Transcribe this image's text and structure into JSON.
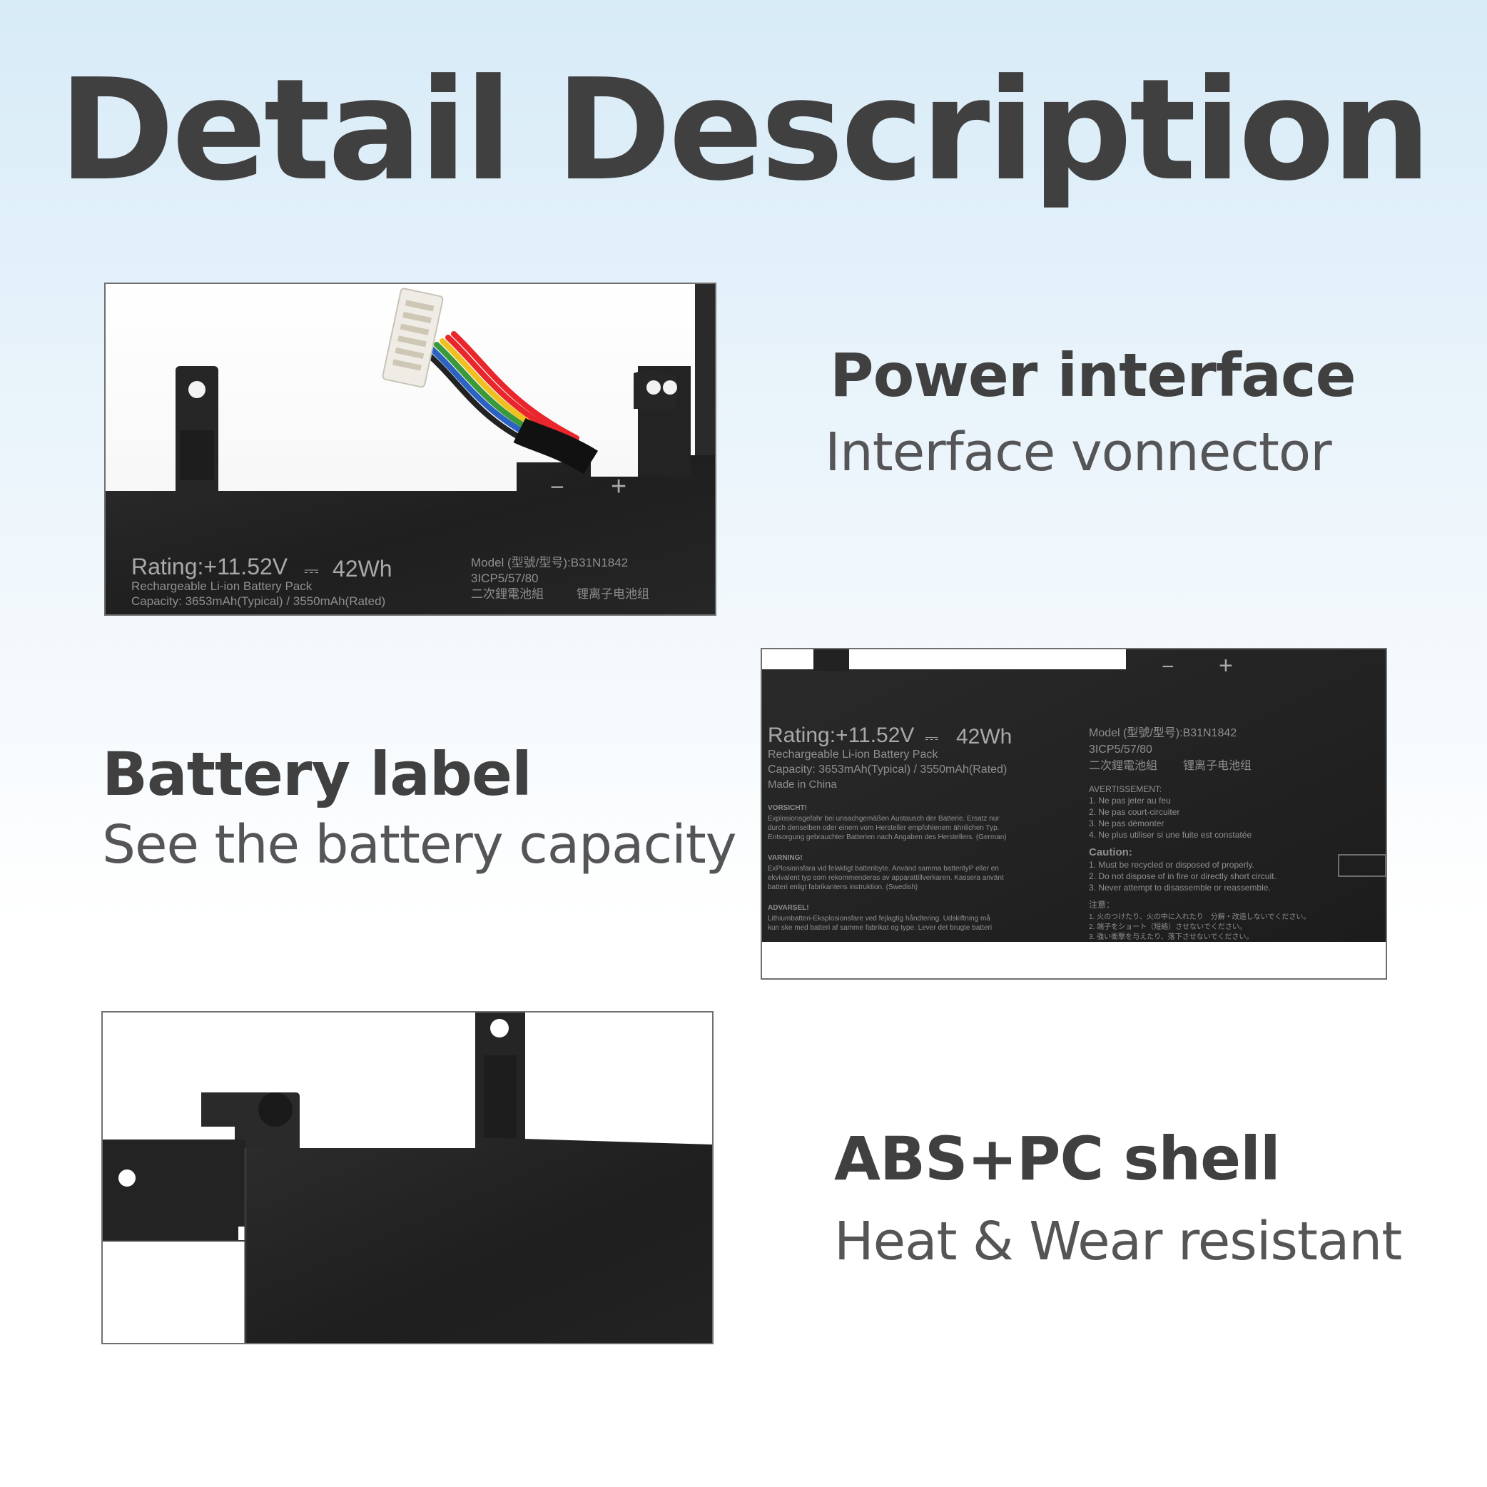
{
  "title": "Detail Description",
  "features": [
    {
      "heading": "Power interface",
      "subtitle": "Interface vonnector"
    },
    {
      "heading": "Battery label",
      "subtitle": "See the battery capacity"
    },
    {
      "heading": "ABS+PC shell",
      "subtitle": "Heat & Wear resistant"
    }
  ],
  "battery_label": {
    "rating": "Rating:+11.52V",
    "watt_hours": "42Wh",
    "pack_type": "Rechargeable Li-ion Battery Pack",
    "capacity": "Capacity: 3653mAh(Typical) / 3550mAh(Rated)",
    "made_in": "Made in China",
    "model": "Model (型號/型号):B31N1842",
    "cell_code": "3ICP5/57/80",
    "cn_name_trad": "二次鋰電池組",
    "cn_name_simp": "锂离子电池组",
    "minus": "−",
    "plus": "+",
    "warn_de_title": "VORSICHT!",
    "warn_de_1": "Explosionsgefahr bei unsachgemäßen Austausch der Batterie. Ersatz nur",
    "warn_de_2": "durch denselben oder einem vom Hersteller empfohlenem ähnlichen Typ.",
    "warn_de_3": "Entsorgung gebrauchter Batterien nach Angaben des Herstellers. (German)",
    "warn_sv_title": "VARNING!",
    "warn_sv_1": "ExPlosionsfara vid felaktigt batteribyte. Använd samma batterityP eller en",
    "warn_sv_2": "ekvivalent typ som rekommenderas av apparattillverkaren. Kassera använt",
    "warn_sv_3": "batteri enligt fabrikantens instruktion. (Swedish)",
    "warn_da_title": "ADVARSEL!",
    "warn_da_1": "Lithiumbatteri-Eksplosionsfare ved fejlagtig håndtering. Udskiftning må",
    "warn_da_2": "kun ske med batteri af samme fabrikat og type. Lever det brugte batteri",
    "avert_title": "AVERTISSEMENT:",
    "avert_1": "1. Ne pas jeter au feu",
    "avert_2": "2. Ne pas court-circuiter",
    "avert_3": "3. Ne pas démonter",
    "avert_4": "4. Ne plus utiliser si une fuite est constatée",
    "caution_title": "Caution:",
    "caution_1": "1. Must be recycled or disposed of properly.",
    "caution_2": "2. Do not dispose of in fire or directly short circuit.",
    "caution_3": "3. Never attempt to disassemble or reassemble.",
    "jp_title": "注意：",
    "jp_1": "1. 火のつけたり、火の中に入れたり　分解・改造しないでください。",
    "jp_2": "2. 端子をショート（短絡）させないでください。",
    "jp_3": "3. 強い衝撃を与えたり、落下させないでください。"
  }
}
